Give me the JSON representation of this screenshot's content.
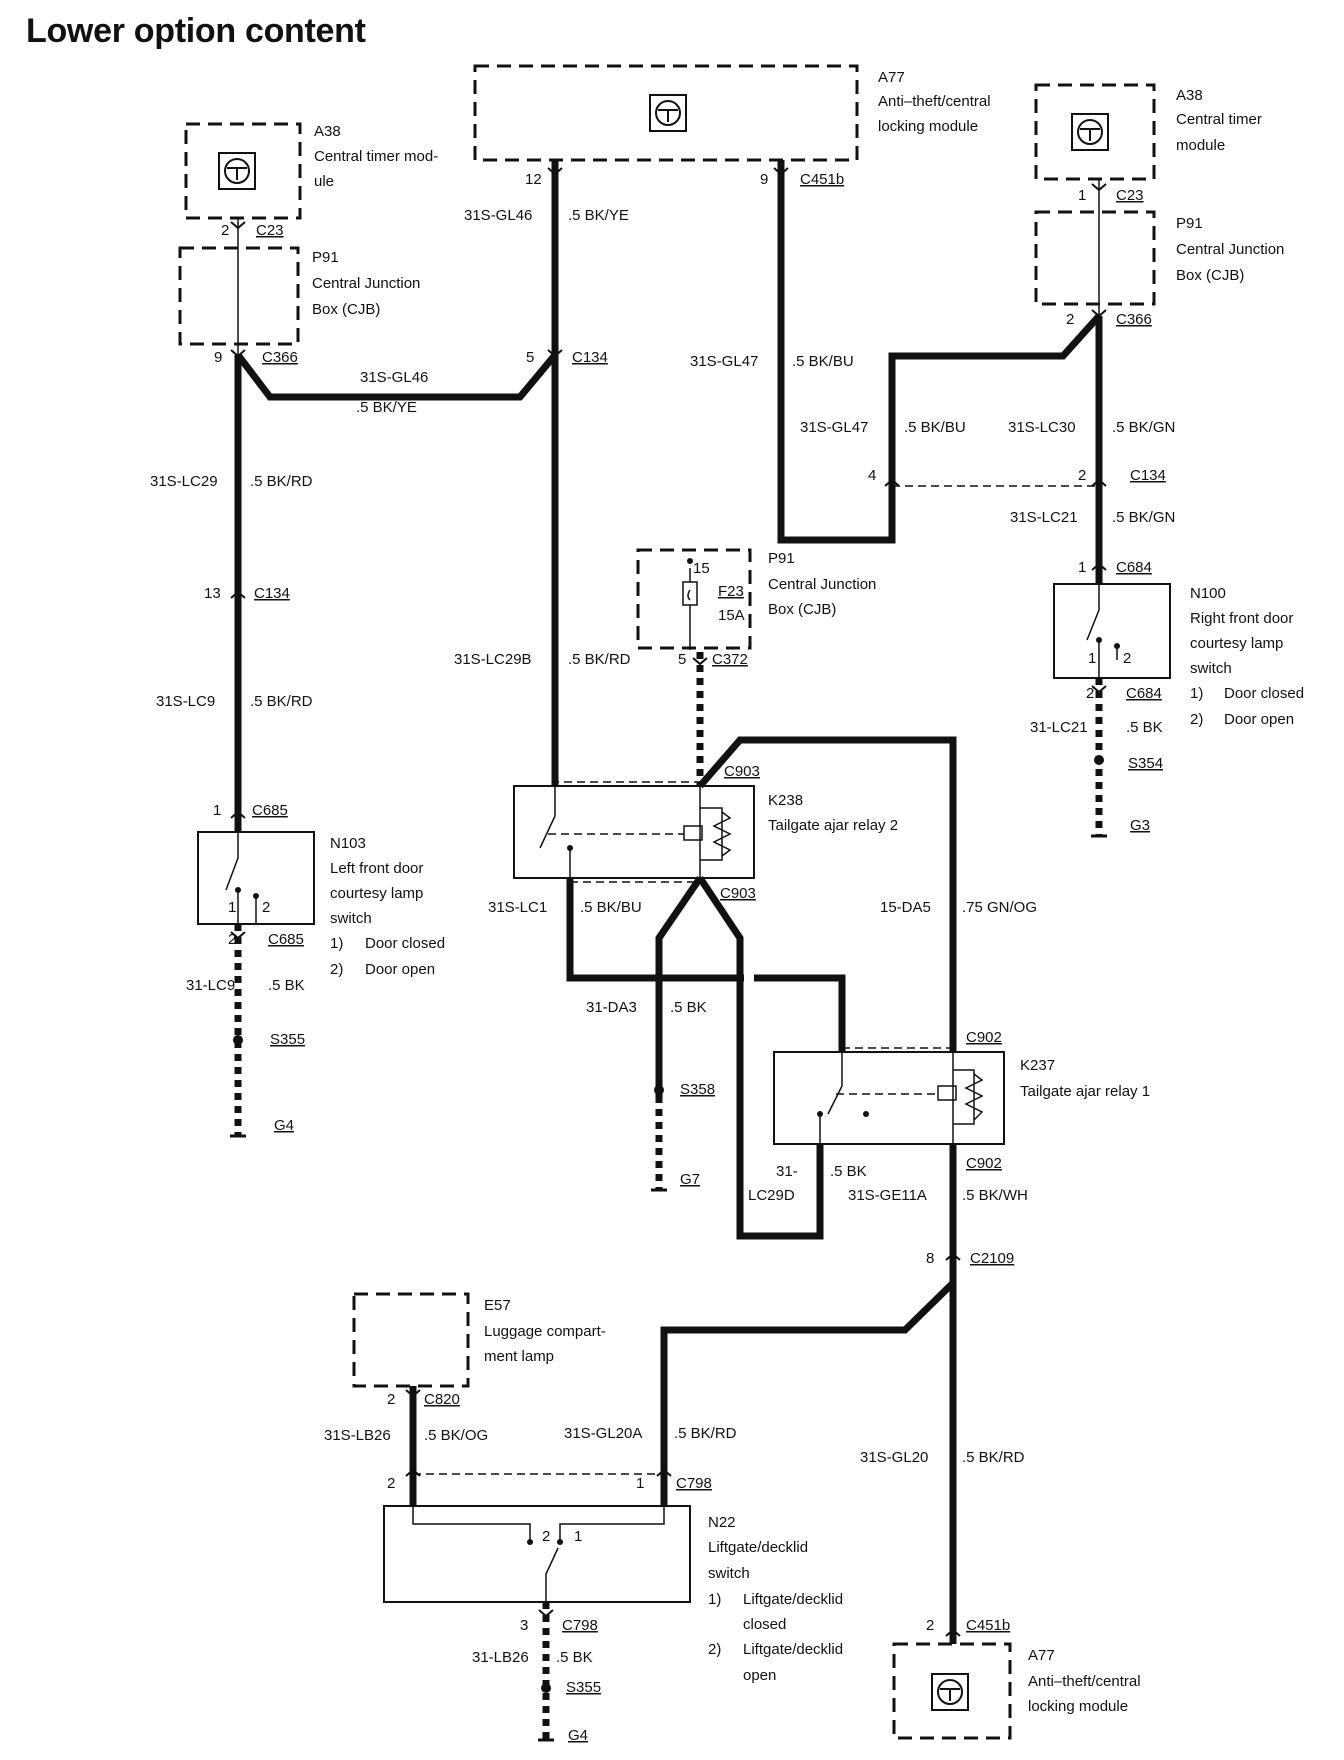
{
  "title": "Lower option content",
  "modules": {
    "a77_top": {
      "id": "A77",
      "name": "Anti–theft/central",
      "name2": "locking module"
    },
    "a38_left": {
      "id": "A38",
      "name": "Central timer mod-",
      "name2": "ule"
    },
    "a38_right": {
      "id": "A38",
      "name": "Central timer",
      "name2": "module"
    },
    "p91_left": {
      "id": "P91",
      "name": "Central Junction",
      "name2": "Box (CJB)"
    },
    "p91_right": {
      "id": "P91",
      "name": "Central Junction",
      "name2": "Box (CJB)"
    },
    "p91_mid": {
      "id": "P91",
      "name": "Central Junction",
      "name2": "Box (CJB)",
      "fuse_id": "F23",
      "fuse_rating": "15A",
      "fuse_pin_in": "15"
    },
    "n103": {
      "id": "N103",
      "name": "Left front door",
      "name2": "courtesy lamp",
      "name3": "switch",
      "note1_num": "1)",
      "note1": "Door closed",
      "note2_num": "2)",
      "note2": "Door open",
      "pin1": "1",
      "pin2": "2"
    },
    "n100": {
      "id": "N100",
      "name": "Right front door",
      "name2": "courtesy lamp",
      "name3": "switch",
      "note1_num": "1)",
      "note1": "Door closed",
      "note2_num": "2)",
      "note2": "Door open",
      "pin1": "1",
      "pin2": "2"
    },
    "k238": {
      "id": "K238",
      "name": "Tailgate ajar relay 2"
    },
    "k237": {
      "id": "K237",
      "name": "Tailgate ajar relay 1"
    },
    "e57": {
      "id": "E57",
      "name": "Luggage compart-",
      "name2": "ment lamp"
    },
    "n22": {
      "id": "N22",
      "name": "Liftgate/decklid",
      "name2": "switch",
      "note1_num": "1)",
      "note1": "Liftgate/decklid",
      "note1b": "closed",
      "note2_num": "2)",
      "note2": "Liftgate/decklid",
      "note2b": "open",
      "pin1": "1",
      "pin2": "2"
    },
    "a77_bottom": {
      "id": "A77",
      "name": "Anti–theft/central",
      "name2": "locking module"
    }
  },
  "connectors": {
    "c23_l": {
      "pin": "2",
      "name": "C23"
    },
    "c366_l": {
      "pin": "9",
      "name": "C366"
    },
    "c134_l": {
      "pin": "13",
      "name": "C134"
    },
    "c685_t": {
      "pin": "1",
      "name": "C685"
    },
    "c685_b": {
      "pin": "2",
      "name": "C685"
    },
    "s355_l": {
      "name": "S355"
    },
    "g4_l": {
      "name": "G4"
    },
    "a77_12": {
      "pin": "12"
    },
    "a77_9": {
      "pin": "9",
      "name": "C451b"
    },
    "c134_m": {
      "pin": "5",
      "name": "C134"
    },
    "c372": {
      "pin": "5",
      "name": "C372"
    },
    "c903_t": {
      "name": "C903"
    },
    "c903_b": {
      "name": "C903"
    },
    "s358": {
      "name": "S358"
    },
    "g7": {
      "name": "G7"
    },
    "c902_t": {
      "name": "C902"
    },
    "c902_b": {
      "name": "C902"
    },
    "c2109": {
      "pin": "8",
      "name": "C2109"
    },
    "c23_r": {
      "pin": "1",
      "name": "C23"
    },
    "c366_r": {
      "pin": "2",
      "name": "C366"
    },
    "c134_r4": {
      "pin": "4"
    },
    "c134_r2": {
      "pin": "2",
      "name": "C134"
    },
    "c684_t": {
      "pin": "1",
      "name": "C684"
    },
    "c684_b": {
      "pin": "2",
      "name": "C684"
    },
    "s354": {
      "name": "S354"
    },
    "g3": {
      "name": "G3"
    },
    "c820": {
      "pin": "2",
      "name": "C820"
    },
    "c798_2": {
      "pin": "2"
    },
    "c798_1": {
      "pin": "1",
      "name": "C798"
    },
    "c798_3": {
      "pin": "3",
      "name": "C798"
    },
    "s355_b": {
      "name": "S355"
    },
    "g4_b": {
      "name": "G4"
    },
    "c451b_b": {
      "pin": "2",
      "name": "C451b"
    }
  },
  "wires": {
    "gl46_a": {
      "circuit": "31S-GL46",
      "spec": ".5 BK/YE"
    },
    "gl46_b": {
      "circuit": "31S-GL46",
      "spec": ".5 BK/YE"
    },
    "lc29": {
      "circuit": "31S-LC29",
      "spec": ".5 BK/RD"
    },
    "lc9": {
      "circuit": "31S-LC9",
      "spec": ".5 BK/RD"
    },
    "lc9_gnd": {
      "circuit": "31-LC9",
      "spec": ".5 BK"
    },
    "lc29b": {
      "circuit": "31S-LC29B",
      "spec": ".5 BK/RD"
    },
    "gl47_a": {
      "circuit": "31S-GL47",
      "spec": ".5 BK/BU"
    },
    "gl47_b": {
      "circuit": "31S-GL47",
      "spec": ".5 BK/BU"
    },
    "lc30": {
      "circuit": "31S-LC30",
      "spec": ".5 BK/GN"
    },
    "lc21": {
      "circuit": "31S-LC21",
      "spec": ".5 BK/GN"
    },
    "lc21_gnd": {
      "circuit": "31-LC21",
      "spec": ".5 BK"
    },
    "lc1": {
      "circuit": "31S-LC1",
      "spec": ".5 BK/BU"
    },
    "da5": {
      "circuit": "15-DA5",
      "spec": ".75 GN/OG"
    },
    "da3": {
      "circuit": "31-DA3",
      "spec": ".5 BK"
    },
    "lc29d_1": {
      "circuit": "31-",
      "circuit2": "LC29D",
      "spec": ".5 BK"
    },
    "ge11a": {
      "circuit": "31S-GE11A",
      "spec": ".5 BK/WH"
    },
    "lb26": {
      "circuit": "31S-LB26",
      "spec": ".5 BK/OG"
    },
    "gl20a": {
      "circuit": "31S-GL20A",
      "spec": ".5 BK/RD"
    },
    "gl20": {
      "circuit": "31S-GL20",
      "spec": ".5 BK/RD"
    },
    "lb26_gnd": {
      "circuit": "31-LB26",
      "spec": ".5 BK"
    }
  }
}
